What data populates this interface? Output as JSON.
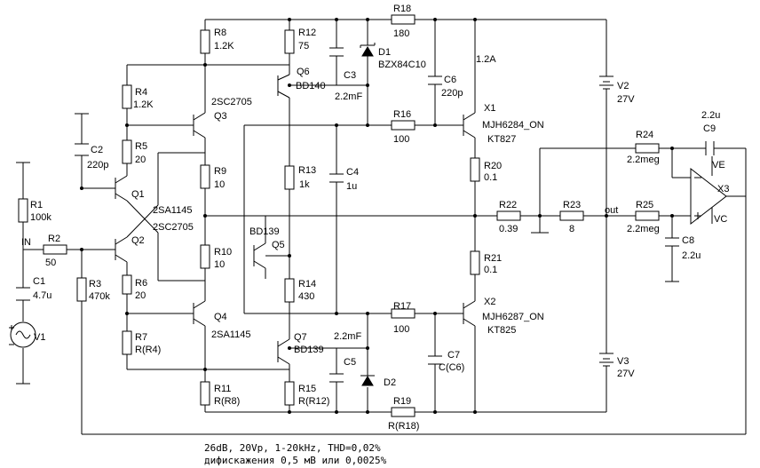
{
  "labels": {
    "R1": "R1",
    "R1v": "100k",
    "R2": "R2",
    "R2v": "50",
    "R3": "R3",
    "R3v": "470k",
    "C1": "C1",
    "C1v": "4.7u",
    "C2": "C2",
    "C2v": "220p",
    "IN": "IN",
    "V1": "V1",
    "R4": "R4",
    "R4v": "1.2K",
    "R5": "R5",
    "R5v": "20",
    "R6": "R6",
    "R6v": "20",
    "R7": "R7",
    "R7v": "R(R4)",
    "R8": "R8",
    "R8v": "1.2K",
    "R9": "R9",
    "R9v": "10",
    "R10": "R10",
    "R10v": "10",
    "R11": "R11",
    "R11v": "R(R8)",
    "R12": "R12",
    "R12v": "75",
    "R13": "R13",
    "R13v": "1k",
    "R14": "R14",
    "R14v": "430",
    "R15": "R15",
    "R15v": "R(R12)",
    "R16": "R16",
    "R16v": "100",
    "R17": "R17",
    "R17v": "100",
    "R18": "R18",
    "R18v": "180",
    "R19": "R19",
    "R19v": "R(R18)",
    "R20": "R20",
    "R20v": "0.1",
    "R21": "R21",
    "R21v": "0.1",
    "R22": "R22",
    "R22v": "0.39",
    "R23": "R23",
    "R23v": "8",
    "R24": "R24",
    "R24v": "2.2meg",
    "R25": "R25",
    "R25v": "2.2meg",
    "C3": "C3",
    "C3v": "2.2mF",
    "C4": "C4",
    "C4v": "1u",
    "C5": "C5",
    "C5v": "2.2mF",
    "C6": "C6",
    "C6v": "220p",
    "C7": "C7",
    "C7v": "C(C6)",
    "C8": "C8",
    "C8v": "2.2u",
    "C9": "C9",
    "C9v": "2.2u",
    "Q1": "Q1",
    "Q2": "Q2",
    "Q3": "Q3",
    "Q4": "Q4",
    "Q5": "Q5",
    "Q6": "Q6",
    "Q7": "Q7",
    "Q3part": "2SC2705",
    "Q4part": "2SA1145",
    "Q12partA": "2SA1145",
    "Q12partB": "2SC2705",
    "Q5part": "BD139",
    "Q6part": "BD140",
    "Q7part": "BD139",
    "D1": "D1",
    "D1part": "BZX84C10",
    "D2": "D2",
    "X1": "X1",
    "X1part": "MJH6284_ON",
    "X1alt": "KT827",
    "X2": "X2",
    "X2part": "MJH6287_ON",
    "X2alt": "KT825",
    "X3": "X3",
    "V2": "V2",
    "V2v": "27V",
    "V3": "V3",
    "V3v": "27V",
    "current": "1.2A",
    "out": "out",
    "VE": "VE",
    "VC": "VC"
  },
  "footer": {
    "line1": "26dB, 20Vp, 1-20kHz, THD=0,02%",
    "line2": "дифискажения 0,5 мВ или 0,0025%"
  }
}
